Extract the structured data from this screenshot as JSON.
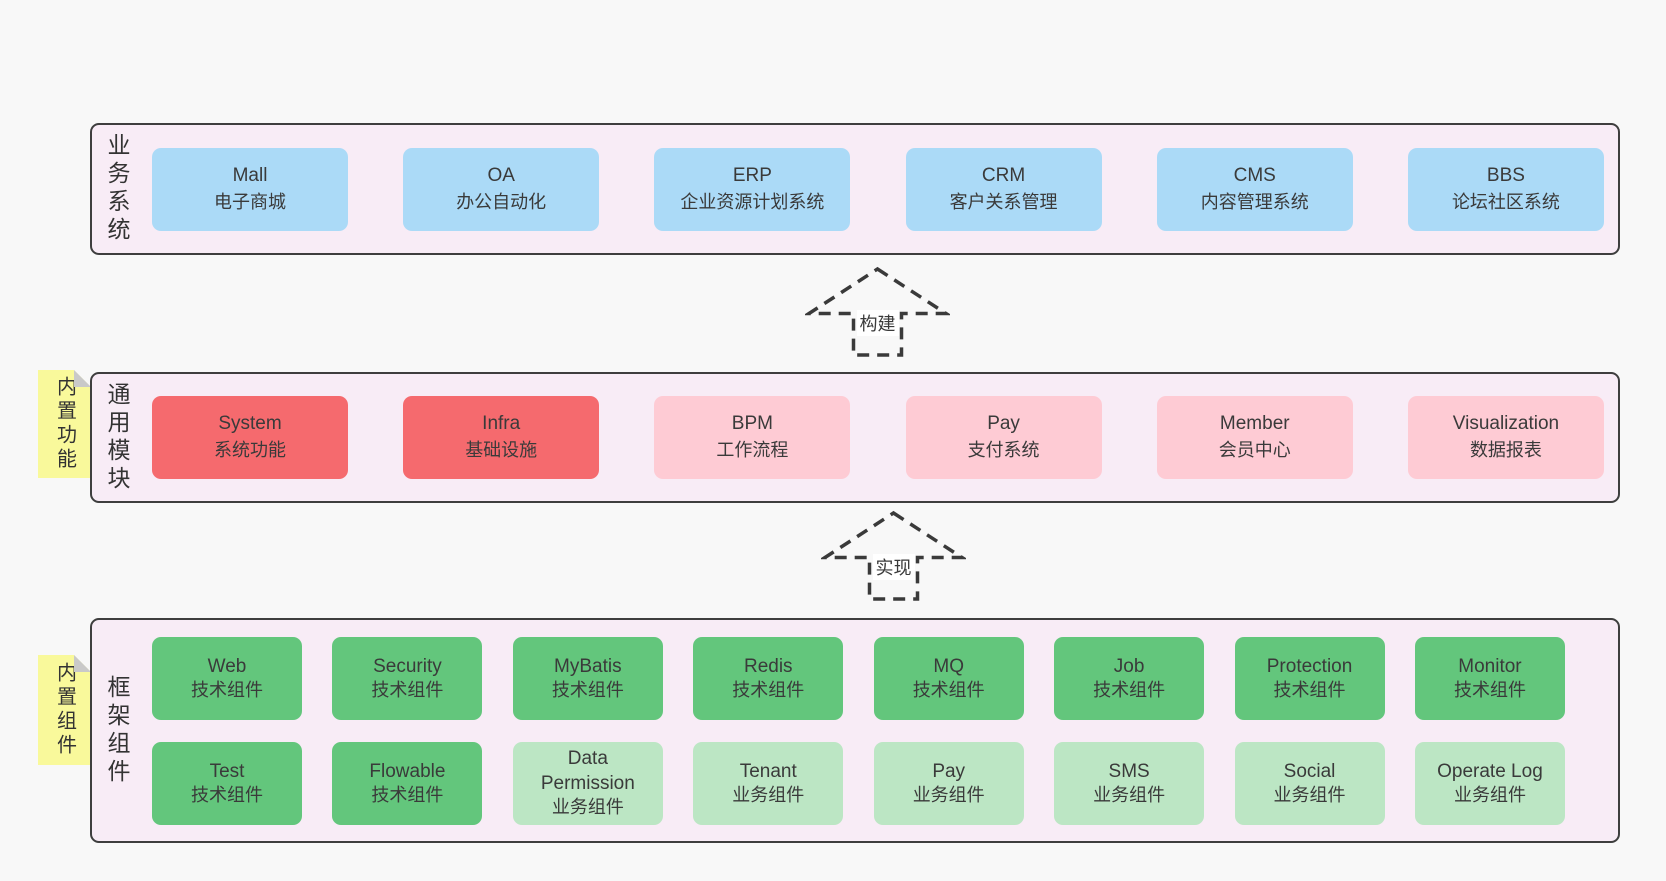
{
  "colors": {
    "page_bg": "#f8f8f8",
    "band_bg": "#f8ecf6",
    "band_border": "#3e3e3e",
    "blue": "#abdaf7",
    "red": "#f56a6e",
    "pink": "#fecbd4",
    "green": "#63c67c",
    "light_green": "#bce6c4",
    "sticky_yellow": "#f9f99b",
    "text": "#3a3a3a"
  },
  "arrows": [
    {
      "label": "构建"
    },
    {
      "label": "实现"
    }
  ],
  "bands": [
    {
      "label": "业务系统",
      "items": [
        {
          "name": "Mall",
          "subtitle": "电子商城"
        },
        {
          "name": "OA",
          "subtitle": "办公自动化"
        },
        {
          "name": "ERP",
          "subtitle": "企业资源计划系统"
        },
        {
          "name": "CRM",
          "subtitle": "客户关系管理"
        },
        {
          "name": "CMS",
          "subtitle": "内容管理系统"
        },
        {
          "name": "BBS",
          "subtitle": "论坛社区系统"
        }
      ]
    },
    {
      "label": "通用模块",
      "sticky": "内置功能",
      "items": [
        {
          "name": "System",
          "subtitle": "系统功能"
        },
        {
          "name": "Infra",
          "subtitle": "基础设施"
        },
        {
          "name": "BPM",
          "subtitle": "工作流程"
        },
        {
          "name": "Pay",
          "subtitle": "支付系统"
        },
        {
          "name": "Member",
          "subtitle": "会员中心"
        },
        {
          "name": "Visualization",
          "subtitle": "数据报表"
        }
      ]
    },
    {
      "label": "框架组件",
      "sticky": "内置组件",
      "rows": [
        [
          {
            "name": "Web",
            "subtitle": "技术组件"
          },
          {
            "name": "Security",
            "subtitle": "技术组件"
          },
          {
            "name": "MyBatis",
            "subtitle": "技术组件"
          },
          {
            "name": "Redis",
            "subtitle": "技术组件"
          },
          {
            "name": "MQ",
            "subtitle": "技术组件"
          },
          {
            "name": "Job",
            "subtitle": "技术组件"
          },
          {
            "name": "Protection",
            "subtitle": "技术组件"
          },
          {
            "name": "Monitor",
            "subtitle": "技术组件"
          }
        ],
        [
          {
            "name": "Test",
            "subtitle": "技术组件"
          },
          {
            "name": "Flowable",
            "subtitle": "技术组件"
          },
          {
            "name": "Data Permission",
            "subtitle": "业务组件"
          },
          {
            "name": "Tenant",
            "subtitle": "业务组件"
          },
          {
            "name": "Pay",
            "subtitle": "业务组件"
          },
          {
            "name": "SMS",
            "subtitle": "业务组件"
          },
          {
            "name": "Social",
            "subtitle": "业务组件"
          },
          {
            "name": "Operate Log",
            "subtitle": "业务组件"
          }
        ]
      ]
    }
  ]
}
